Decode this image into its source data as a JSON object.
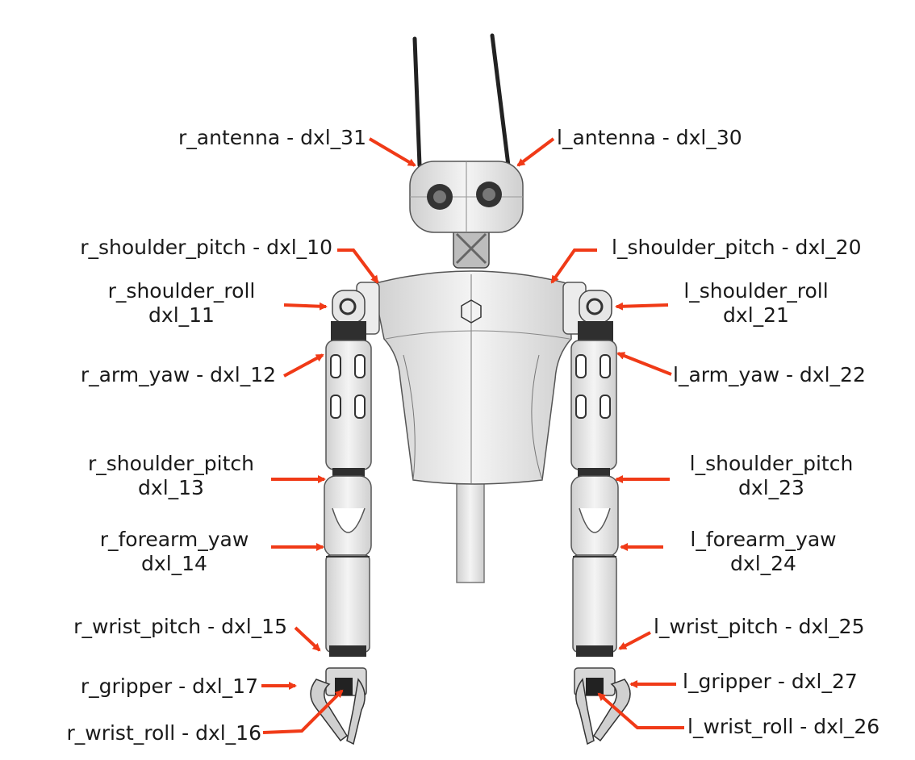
{
  "labels": {
    "r_antenna": "r_antenna - dxl_31",
    "l_antenna": "l_antenna - dxl_30",
    "r_shoulder_pitch_top": "r_shoulder_pitch - dxl_10",
    "l_shoulder_pitch_top": "l_shoulder_pitch - dxl_20",
    "r_shoulder_roll_name": "r_shoulder_roll",
    "r_shoulder_roll_id": "dxl_11",
    "l_shoulder_roll_name": "l_shoulder_roll",
    "l_shoulder_roll_id": "dxl_21",
    "r_arm_yaw": "r_arm_yaw - dxl_12",
    "l_arm_yaw": "l_arm_yaw - dxl_22",
    "r_elbow_name": "r_shoulder_pitch",
    "r_elbow_id": "dxl_13",
    "l_elbow_name": "l_shoulder_pitch",
    "l_elbow_id": "dxl_23",
    "r_forearm_yaw_name": "r_forearm_yaw",
    "r_forearm_yaw_id": "dxl_14",
    "l_forearm_yaw_name": "l_forearm_yaw",
    "l_forearm_yaw_id": "dxl_24",
    "r_wrist_pitch": "r_wrist_pitch - dxl_15",
    "l_wrist_pitch": "l_wrist_pitch - dxl_25",
    "r_gripper": "r_gripper - dxl_17",
    "l_gripper": "l_gripper - dxl_27",
    "r_wrist_roll": "r_wrist_roll - dxl_16",
    "l_wrist_roll": "l_wrist_roll - dxl_26"
  },
  "colors": {
    "arrow": "#f03a17",
    "body": "#e8e8e8",
    "outline": "#555555",
    "dark": "#2a2a2a",
    "text": "#1a1a1a"
  }
}
